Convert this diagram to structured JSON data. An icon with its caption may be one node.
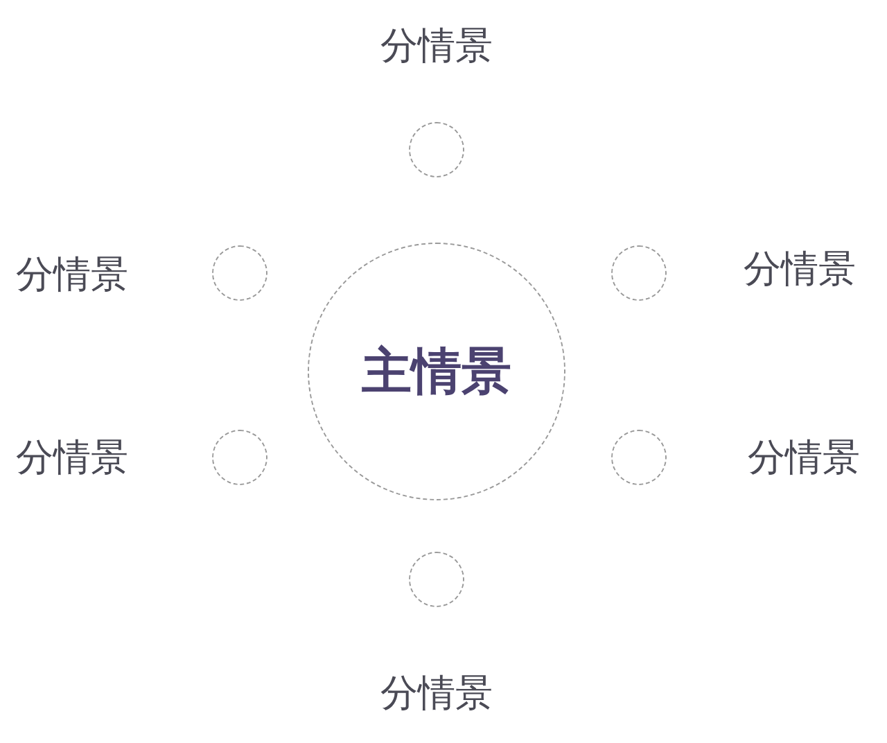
{
  "diagram": {
    "nodes": [
      {
        "text": [],
        "shape": "circle",
        "beside": [
          "分情景"
        ]
      },
      {
        "text": [],
        "shape": "circle",
        "beside": [
          "分情景"
        ]
      },
      {
        "text": [],
        "shape": "circle",
        "beside": [
          "分情景"
        ]
      },
      {
        "text": [
          "主情景"
        ]
      },
      {
        "text": [],
        "shape": "circle",
        "beside": [
          "分情景"
        ]
      },
      {
        "text": [],
        "shape": "circle",
        "beside": [
          "分情景"
        ]
      },
      {
        "text": [],
        "shape": "circle",
        "beside": [
          "分情景"
        ]
      }
    ]
  }
}
